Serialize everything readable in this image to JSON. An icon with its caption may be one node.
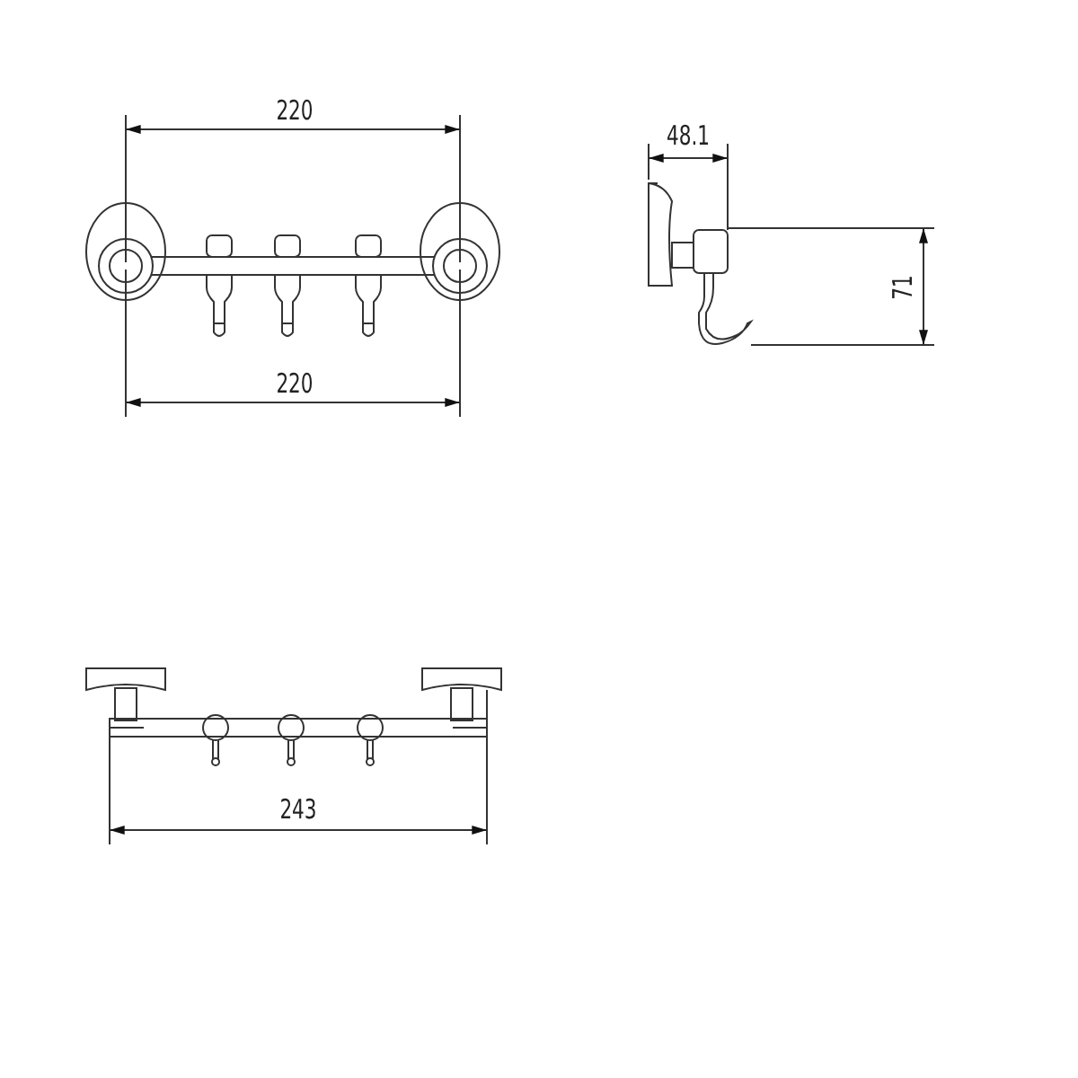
{
  "diagram": {
    "labels": [
      "220",
      "220",
      "48.1",
      "71",
      "243"
    ]
  }
}
